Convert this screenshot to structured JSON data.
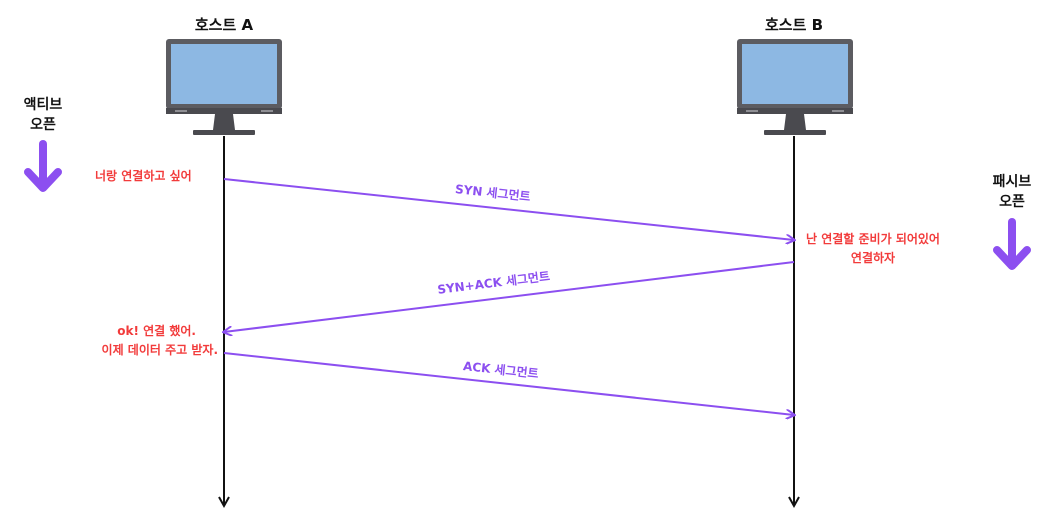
{
  "hosts": {
    "a": {
      "title": "호스트 A"
    },
    "b": {
      "title": "호스트 B"
    }
  },
  "sides": {
    "active_line1": "액티브",
    "active_line2": "오픈",
    "passive_line1": "패시브",
    "passive_line2": "오픈"
  },
  "notes": {
    "a_request": "너랑 연결하고 싶어",
    "b_ready_line1": "난 연결할 준비가 되어있어",
    "b_ready_line2": "연결하자",
    "a_ok_line1": "ok! 연결 했어.",
    "a_ok_line2": "이제 데이터 주고 받자."
  },
  "segments": {
    "syn": "SYN 세그먼트",
    "synack": "SYN+ACK 세그먼트",
    "ack": "ACK 세그먼트"
  },
  "colors": {
    "arrow": "#8c4ff0",
    "note": "#f23b3b",
    "monitor_screen": "#8db8e3",
    "monitor_frame": "#5c5c61"
  }
}
